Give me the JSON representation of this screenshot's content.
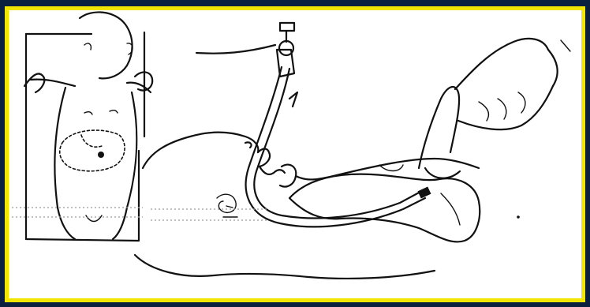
{
  "figure": {
    "subject": "infant-abdominal-transillumination-illustration",
    "colors": {
      "outer_background": "#0b1f3f",
      "border": "#f2e600",
      "canvas": "#ffffff",
      "ink": "#111111"
    },
    "panels": [
      {
        "name": "inset-infant-front-view",
        "icon": "infant-torso-with-dotted-stomach-outline"
      },
      {
        "name": "main-infant-side-view",
        "icon": "endoscope-in-stomach-with-finger-pressing-abdomen"
      }
    ]
  }
}
